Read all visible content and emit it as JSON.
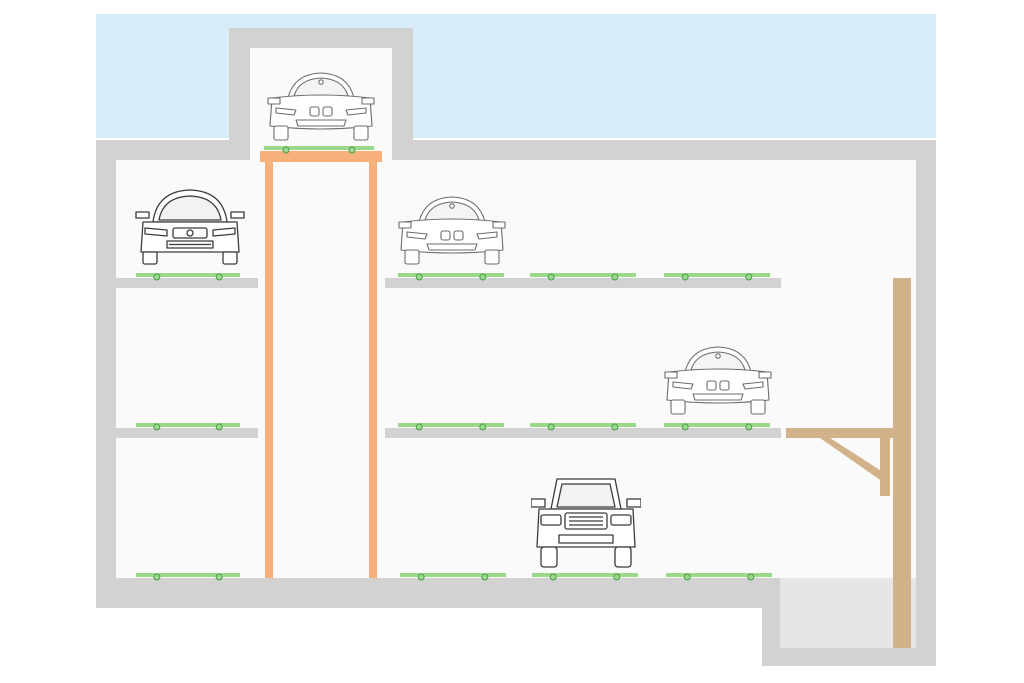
{
  "diagram": {
    "kind": "automated-parking-system-cross-section",
    "colors": {
      "sky": "#d7edf8",
      "wall": "#d2d2d2",
      "interior": "#fafafa",
      "lift": "#f8b07a",
      "pallet": "#9ad88a",
      "pallet_wheel": "#4c9c4c",
      "bracket": "#d1b28a",
      "car_line": "#6b6b6b",
      "car_fill": "#ffffff"
    },
    "icons": {
      "car": "sedan-front-view-icon",
      "suv": "suv-front-view-icon",
      "wheel": "pallet-roller-icon"
    },
    "levels": 3,
    "lift_shafts": 1,
    "parked_vehicles": 5
  }
}
